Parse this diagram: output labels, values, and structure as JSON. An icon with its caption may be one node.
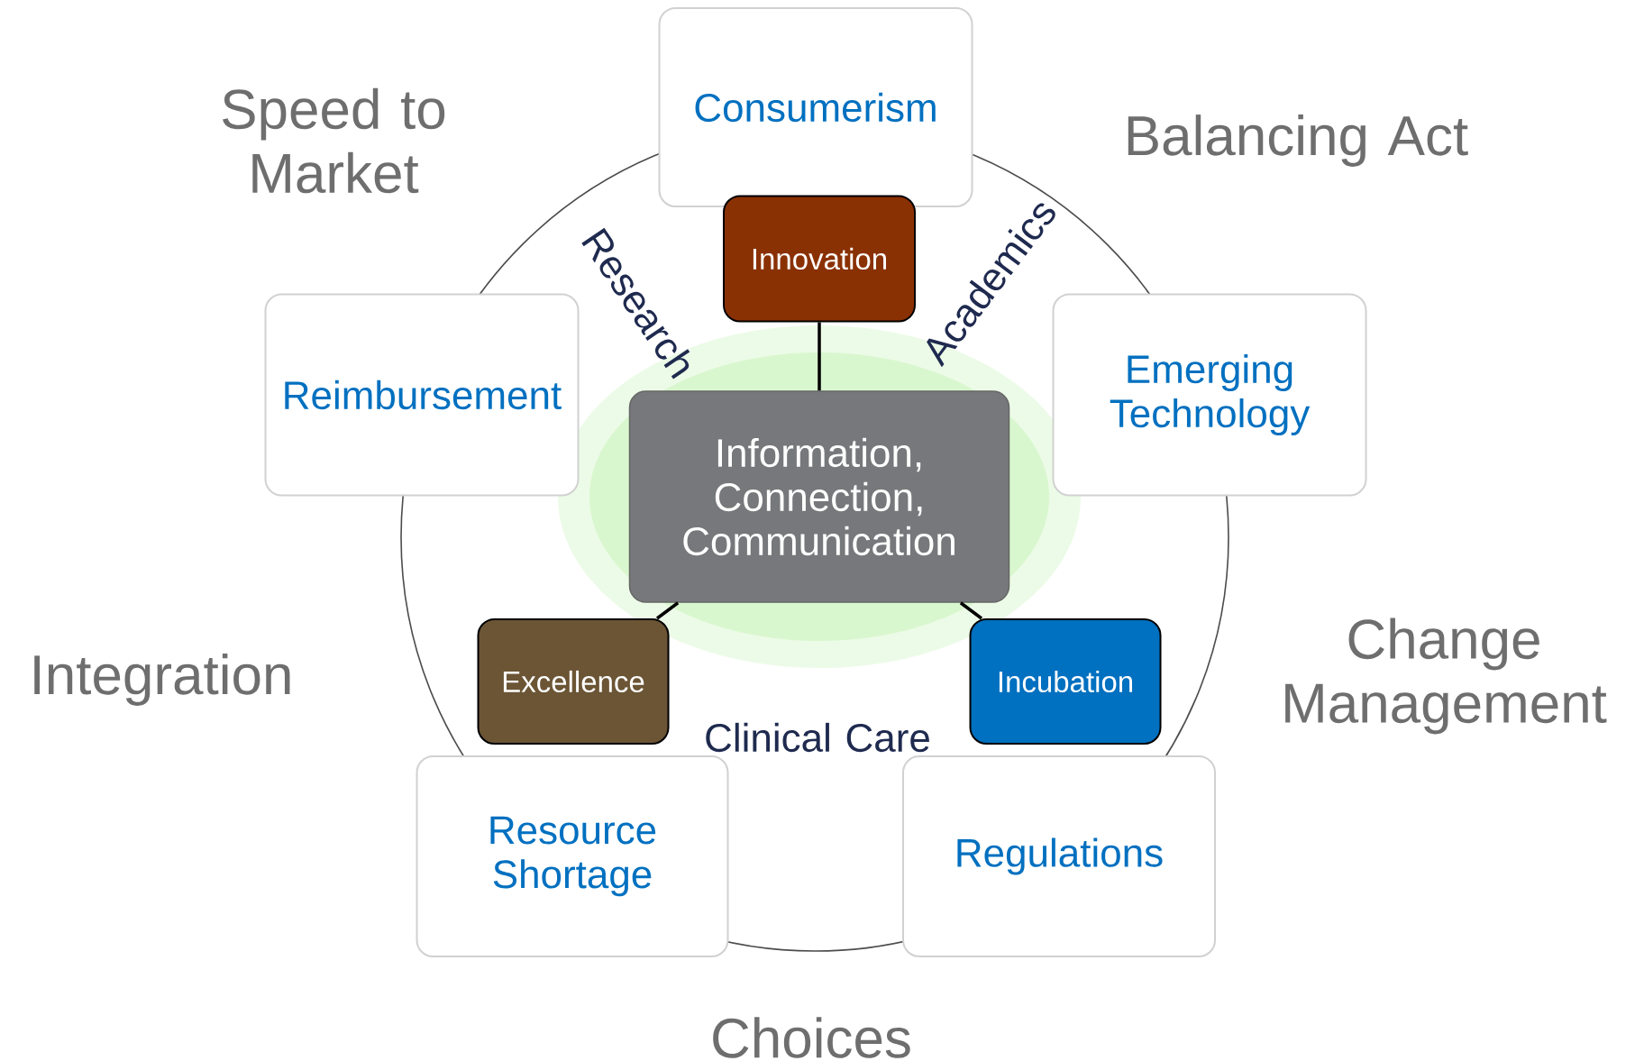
{
  "diagram": {
    "nodes": [
      {
        "text": [
          "Consumerism"
        ]
      },
      {
        "text": [
          "Innovation"
        ]
      },
      {
        "text": [
          "Reimbursement"
        ]
      },
      {
        "text": [
          "Emerging Technology"
        ]
      },
      {
        "text": [
          "Information, Connection, Communication"
        ]
      },
      {
        "text": [
          "Excellence"
        ]
      },
      {
        "text": [
          "Incubation"
        ]
      },
      {
        "text": [
          "Resource Shortage"
        ]
      },
      {
        "text": [
          "Regulations"
        ]
      }
    ],
    "edges": [
      {
        "from": 1,
        "to": 4,
        "arrow": "none"
      },
      {
        "from": 4,
        "to": 5,
        "arrow": "none"
      },
      {
        "from": 4,
        "to": 6,
        "arrow": "none"
      }
    ],
    "labels": [
      "Speed to Market",
      "Balancing Act",
      "Research",
      "Academics",
      "Integration",
      "Change Management",
      "Clinical Care",
      "Choices"
    ]
  }
}
